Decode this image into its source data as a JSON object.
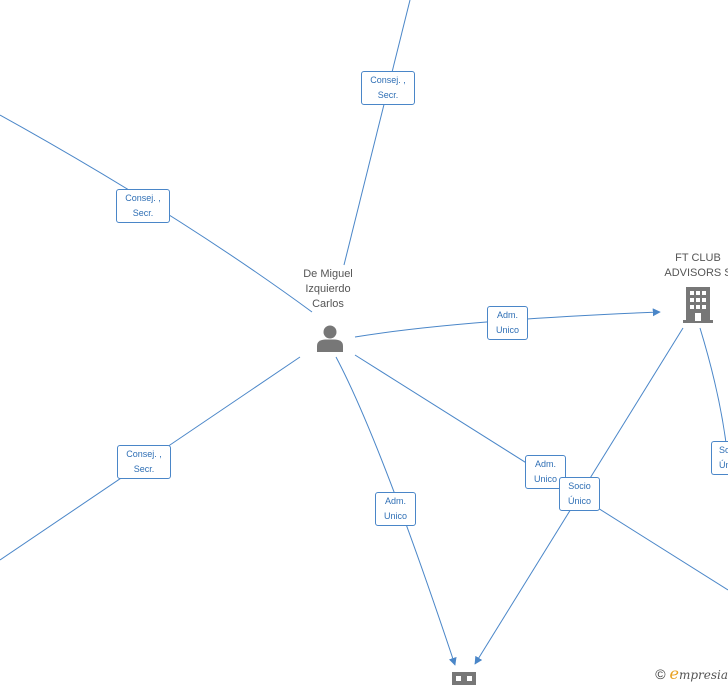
{
  "nodes": {
    "person": {
      "name": "De Miguel\nIzquierdo\nCarlos",
      "icon": "person-icon"
    },
    "company_ft": {
      "name": "FT CLUB\nADVISORS  S",
      "icon": "building-icon"
    },
    "company_bottom": {
      "icon": "building-icon"
    }
  },
  "edge_labels": {
    "top": "Consej. ,\nSecr.",
    "upper_left": "Consej. ,\nSecr.",
    "lower_left": "Consej. ,\nSecr.",
    "adm_ft": "Adm.\nUnico",
    "adm_bottom": "Adm.\nUnico",
    "adm_right": "Adm.\nUnico",
    "socio_unico": "Socio\nÚnico",
    "edge_right_partial": "So\nÚn"
  },
  "watermark": {
    "copyright": "©",
    "brand_initial": "e",
    "brand_rest": "mpresia"
  },
  "colors": {
    "edge": "#4a86c8",
    "icon": "#777777",
    "label_text": "#2f6fb5"
  }
}
